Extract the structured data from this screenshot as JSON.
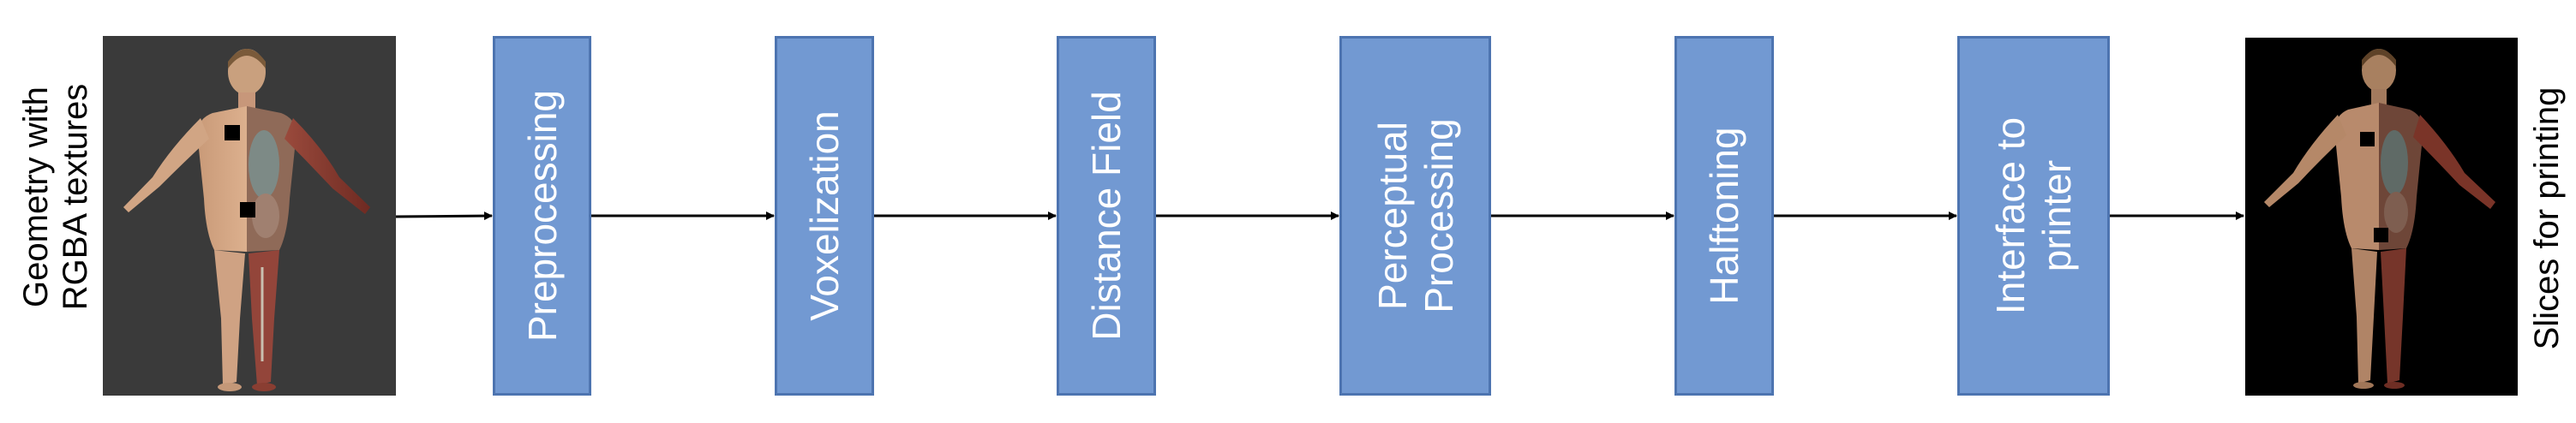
{
  "input_label_line1": "Geometry with",
  "input_label_line2": "RGBA textures",
  "output_label": "Slices for printing",
  "steps": [
    {
      "line1": "Preprocessing",
      "line2": ""
    },
    {
      "line1": "Voxelization",
      "line2": ""
    },
    {
      "line1": "Distance Field",
      "line2": ""
    },
    {
      "line1": "Perceptual",
      "line2": "Processing"
    },
    {
      "line1": "Halftoning",
      "line2": ""
    },
    {
      "line1": "Interface to",
      "line2": "printer"
    }
  ],
  "colors": {
    "box_fill": "#7299d2",
    "box_border": "#4d74b0",
    "input_panel_bg": "#3a3a3a",
    "output_panel_bg": "#000000",
    "arrow": "#000000"
  }
}
